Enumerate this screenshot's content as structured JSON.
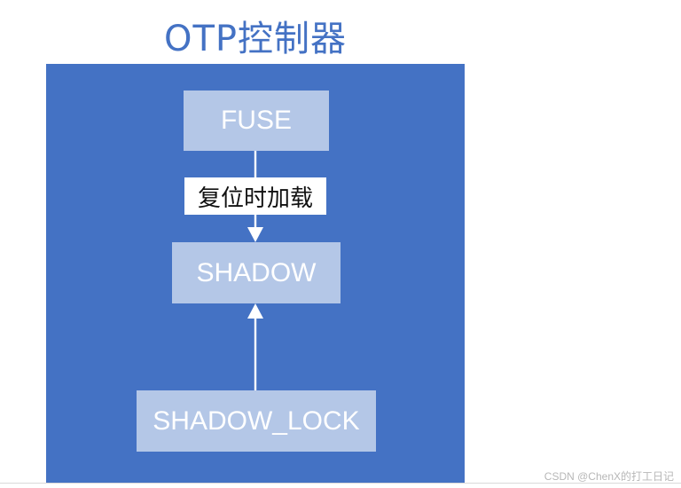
{
  "diagram": {
    "title": "OTP控制器",
    "nodes": {
      "fuse": "FUSE",
      "shadow": "SHADOW",
      "shadow_lock": "SHADOW_LOCK"
    },
    "edges": {
      "fuse_to_shadow_label": "复位时加载"
    }
  },
  "watermark": "CSDN @ChenX的打工日记"
}
